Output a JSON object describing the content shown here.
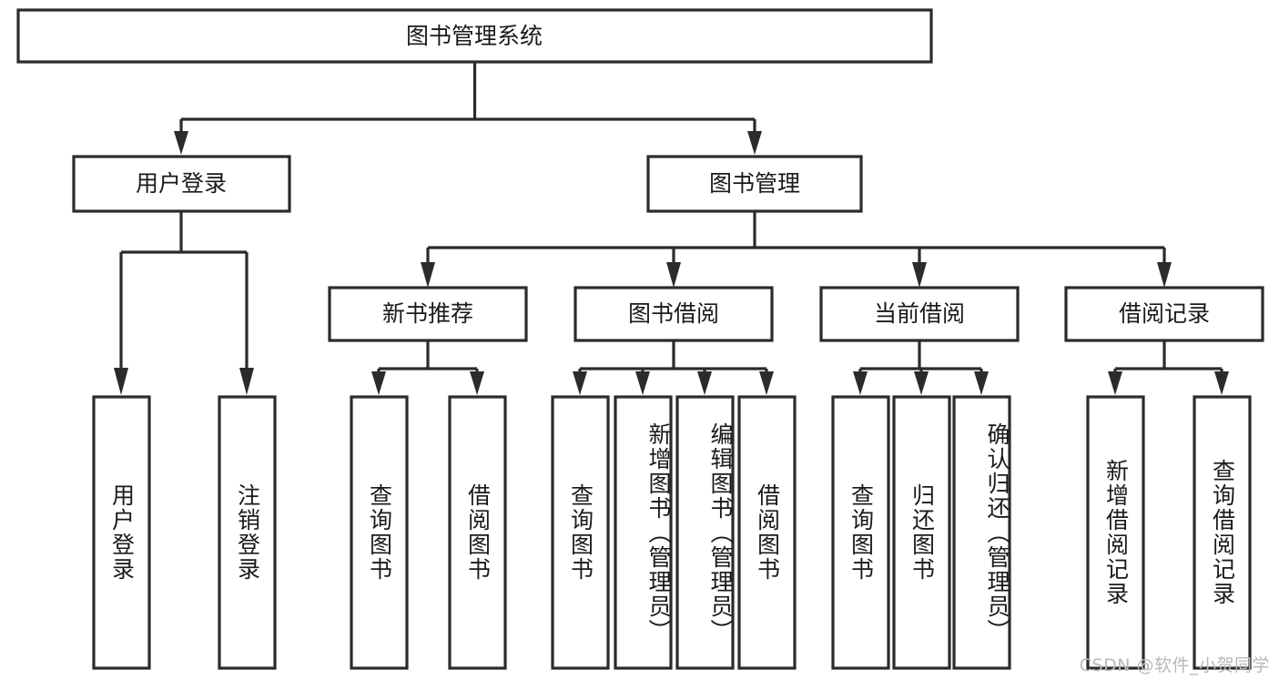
{
  "diagram": {
    "title": "图书管理系统",
    "type": "tree-hierarchy",
    "orientation": "top-down",
    "levels": 4,
    "root": {
      "id": "root",
      "label": "图书管理系统"
    },
    "level1": [
      {
        "id": "user-login",
        "label": "用户登录"
      },
      {
        "id": "book-manage",
        "label": "图书管理"
      }
    ],
    "level2": [
      {
        "id": "new-book-recommend",
        "label": "新书推荐",
        "parent": "book-manage"
      },
      {
        "id": "book-borrow",
        "label": "图书借阅",
        "parent": "book-manage"
      },
      {
        "id": "current-borrow",
        "label": "当前借阅",
        "parent": "book-manage"
      },
      {
        "id": "borrow-record",
        "label": "借阅记录",
        "parent": "book-manage"
      }
    ],
    "leaves": {
      "user-login": [
        {
          "id": "leaf-user-login",
          "label": "用户登录"
        },
        {
          "id": "leaf-logout-login",
          "label": "注销登录"
        }
      ],
      "new-book-recommend": [
        {
          "id": "leaf-query-book-1",
          "label": "查询图书"
        },
        {
          "id": "leaf-borrow-book-1",
          "label": "借阅图书"
        }
      ],
      "book-borrow": [
        {
          "id": "leaf-query-book-2",
          "label": "查询图书"
        },
        {
          "id": "leaf-add-book",
          "label": "新增图书（管理员）"
        },
        {
          "id": "leaf-edit-book",
          "label": "编辑图书（管理员）"
        },
        {
          "id": "leaf-borrow-book-2",
          "label": "借阅图书"
        }
      ],
      "current-borrow": [
        {
          "id": "leaf-query-book-3",
          "label": "查询图书"
        },
        {
          "id": "leaf-return-book",
          "label": "归还图书"
        },
        {
          "id": "leaf-confirm-return",
          "label": "确认归还（管理员）"
        }
      ],
      "borrow-record": [
        {
          "id": "leaf-add-record",
          "label": "新增借阅记录"
        },
        {
          "id": "leaf-query-record",
          "label": "查询借阅记录"
        }
      ]
    }
  },
  "watermark": {
    "text": "CSDN @软件_小贺同学"
  },
  "colors": {
    "box_stroke": "#2b2b2b",
    "box_fill": "#ffffff",
    "text": "#1a1a1a",
    "background": "#ffffff",
    "watermark": "#b9b9b9"
  }
}
